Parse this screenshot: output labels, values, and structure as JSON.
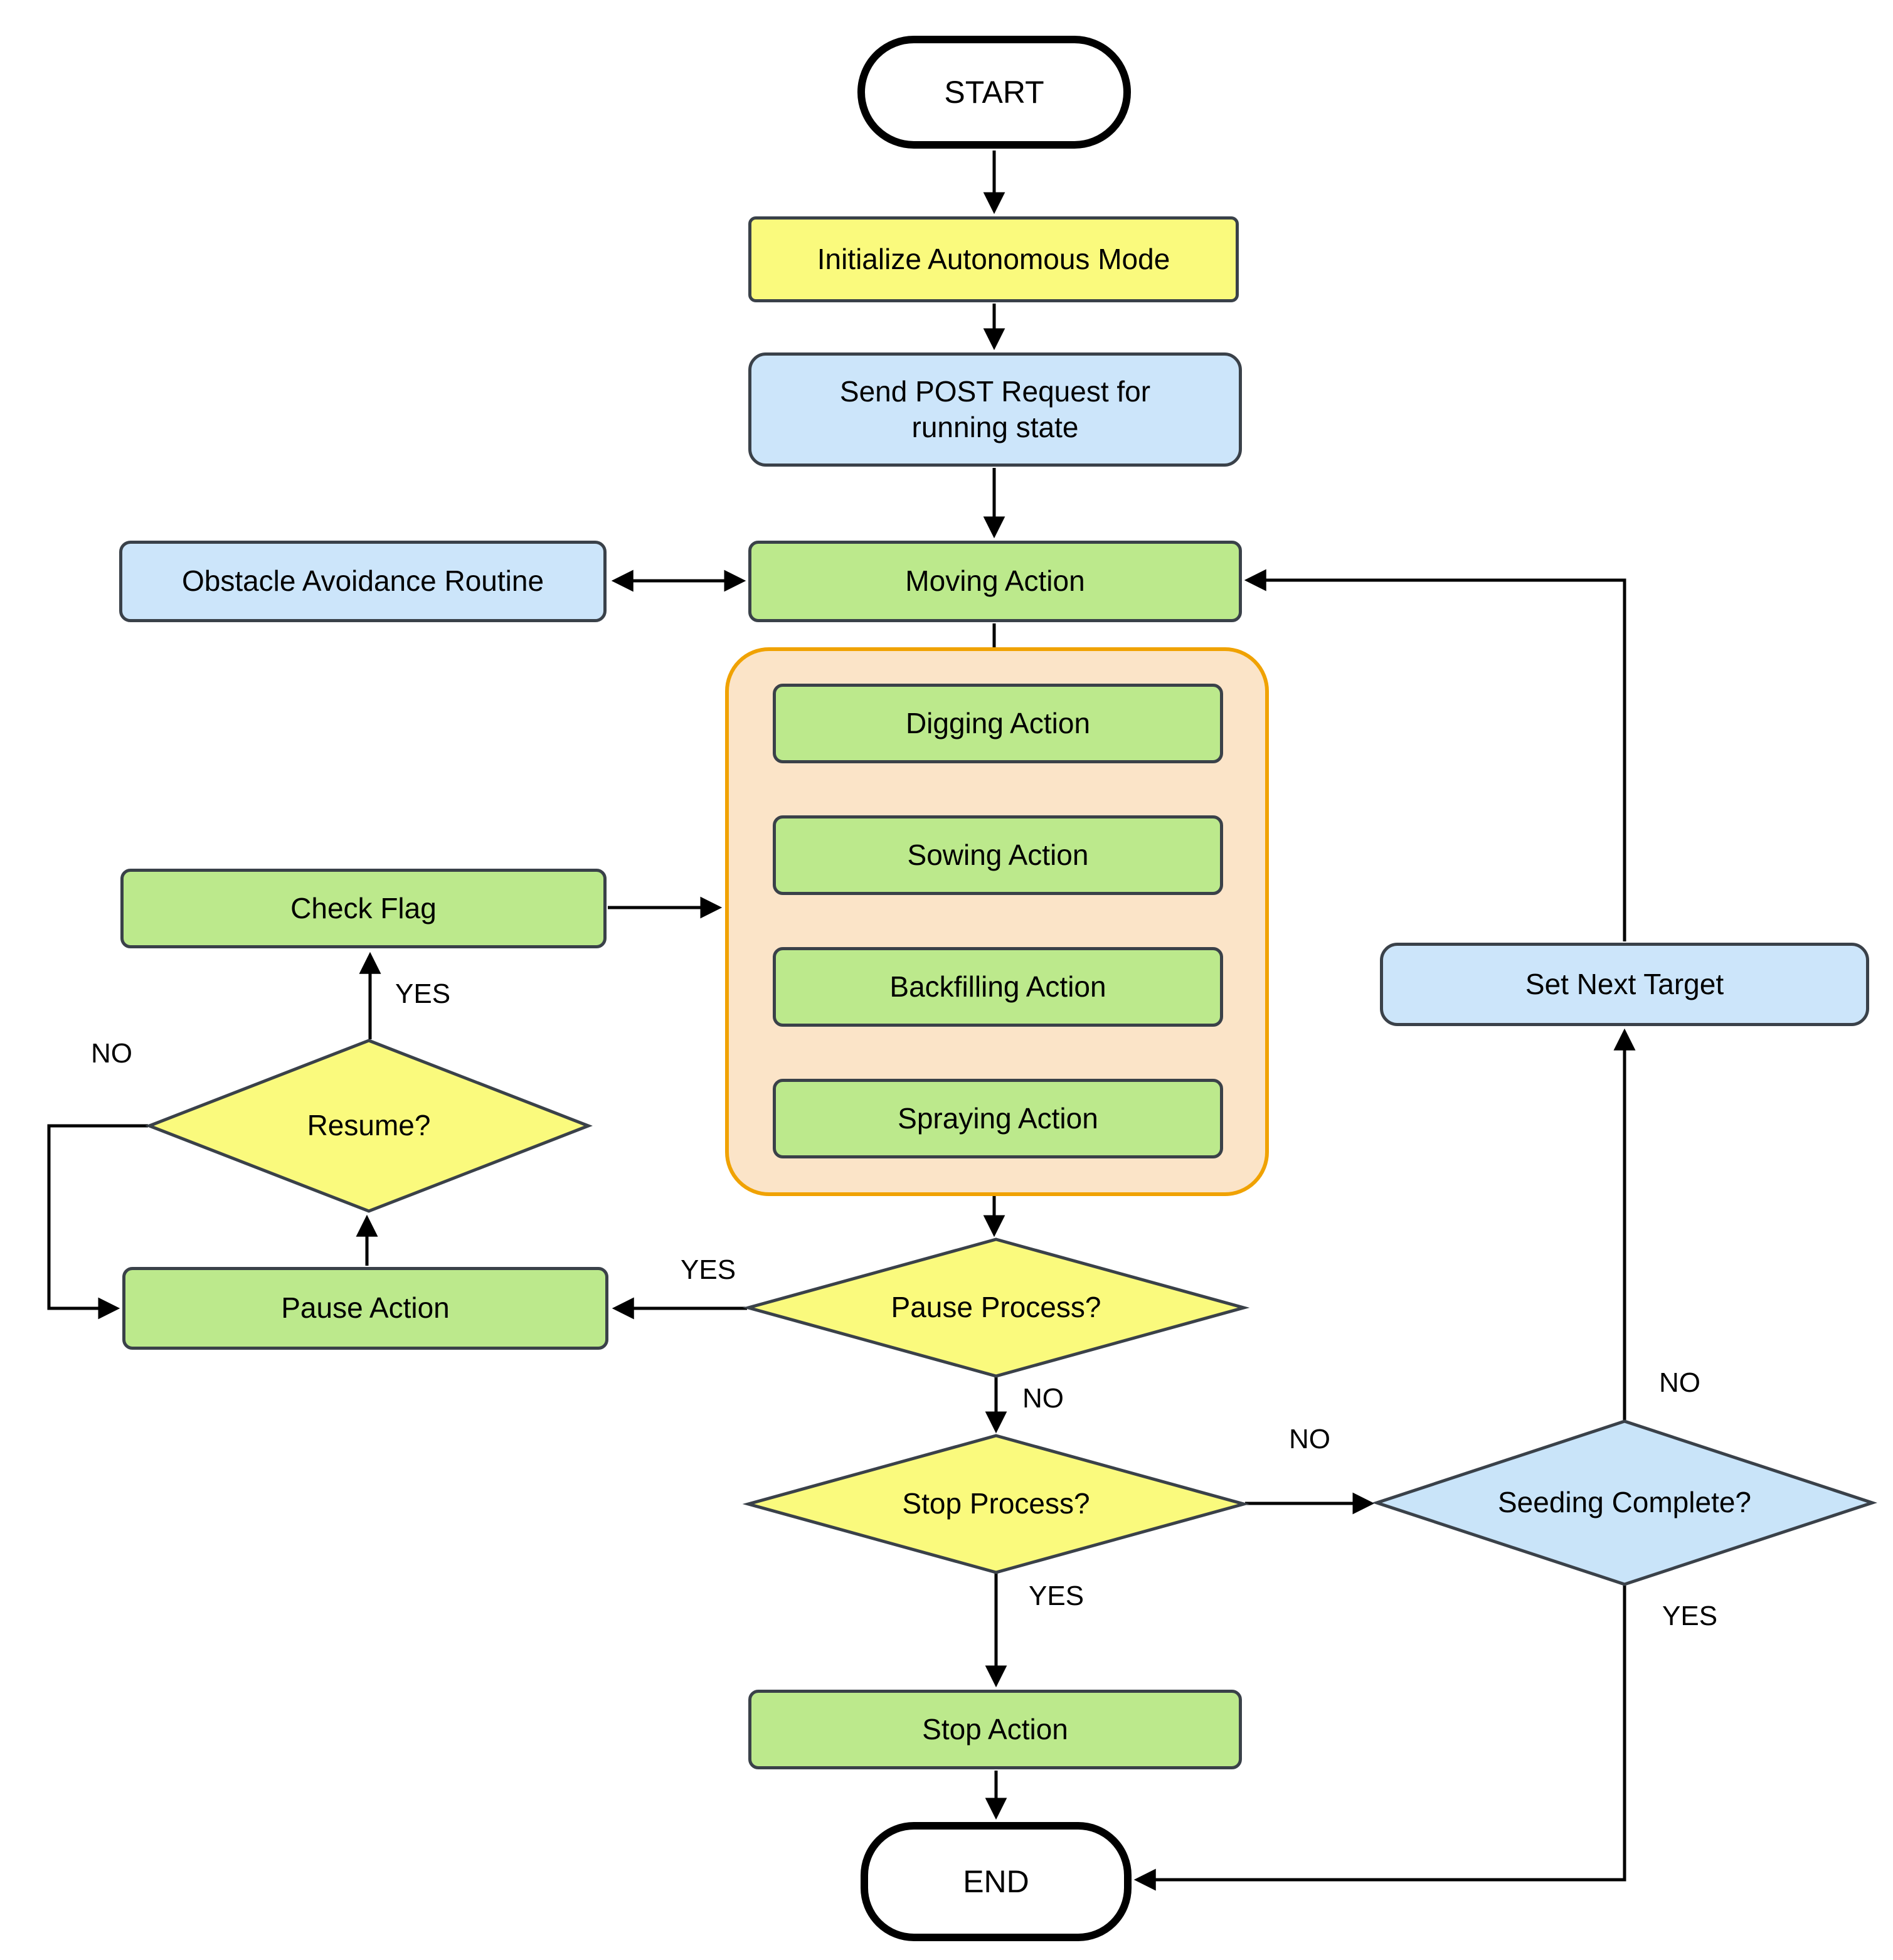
{
  "diagram": {
    "type": "flowchart",
    "nodes": {
      "start": {
        "label": "START",
        "shape": "terminal",
        "color_key": "white"
      },
      "init": {
        "label": "Initialize Autonomous Mode",
        "shape": "process",
        "color_key": "yellow_fill"
      },
      "send_post": {
        "label": "Send POST Request for running state",
        "shape": "process",
        "color_key": "blue_fill"
      },
      "moving": {
        "label": "Moving Action",
        "shape": "process",
        "color_key": "green_fill"
      },
      "obstacle": {
        "label": "Obstacle Avoidance Routine",
        "shape": "process",
        "color_key": "blue_fill"
      },
      "digging": {
        "label": "Digging Action",
        "shape": "process",
        "color_key": "green_fill"
      },
      "sowing": {
        "label": "Sowing Action",
        "shape": "process",
        "color_key": "green_fill"
      },
      "backfilling": {
        "label": "Backfilling Action",
        "shape": "process",
        "color_key": "green_fill"
      },
      "spraying": {
        "label": "Spraying Action",
        "shape": "process",
        "color_key": "green_fill"
      },
      "check_flag": {
        "label": "Check Flag",
        "shape": "process",
        "color_key": "green_fill"
      },
      "resume": {
        "label": "Resume?",
        "shape": "decision",
        "color_key": "yellow_fill"
      },
      "pause_action": {
        "label": "Pause Action",
        "shape": "process",
        "color_key": "green_fill"
      },
      "pause_process": {
        "label": "Pause Process?",
        "shape": "decision",
        "color_key": "yellow_fill"
      },
      "stop_process": {
        "label": "Stop Process?",
        "shape": "decision",
        "color_key": "yellow_fill"
      },
      "seeding_complete": {
        "label": "Seeding Complete?",
        "shape": "decision",
        "color_key": "blue_diamond_fill"
      },
      "set_next_target": {
        "label": "Set Next Target",
        "shape": "process",
        "color_key": "blue_fill"
      },
      "stop_action": {
        "label": "Stop Action",
        "shape": "process",
        "color_key": "green_fill"
      },
      "end": {
        "label": "END",
        "shape": "terminal",
        "color_key": "white"
      }
    },
    "edge_labels": {
      "resume_yes": "YES",
      "resume_no": "NO",
      "pause_yes": "YES",
      "pause_no": "NO",
      "stop_no": "NO",
      "stop_yes": "YES",
      "seeding_no": "NO",
      "seeding_yes": "YES"
    },
    "colors": {
      "background": "#ffffff",
      "node_border": "#3a4149",
      "terminal_border": "#000000",
      "arrow_color": "#000000",
      "green_fill": "#bce98c",
      "yellow_fill": "#fafa7d",
      "blue_fill": "#cce5fa",
      "blue_diamond_fill": "#c9e4f9",
      "container_fill": "#fbe4c8",
      "container_border": "#f0a202"
    }
  }
}
